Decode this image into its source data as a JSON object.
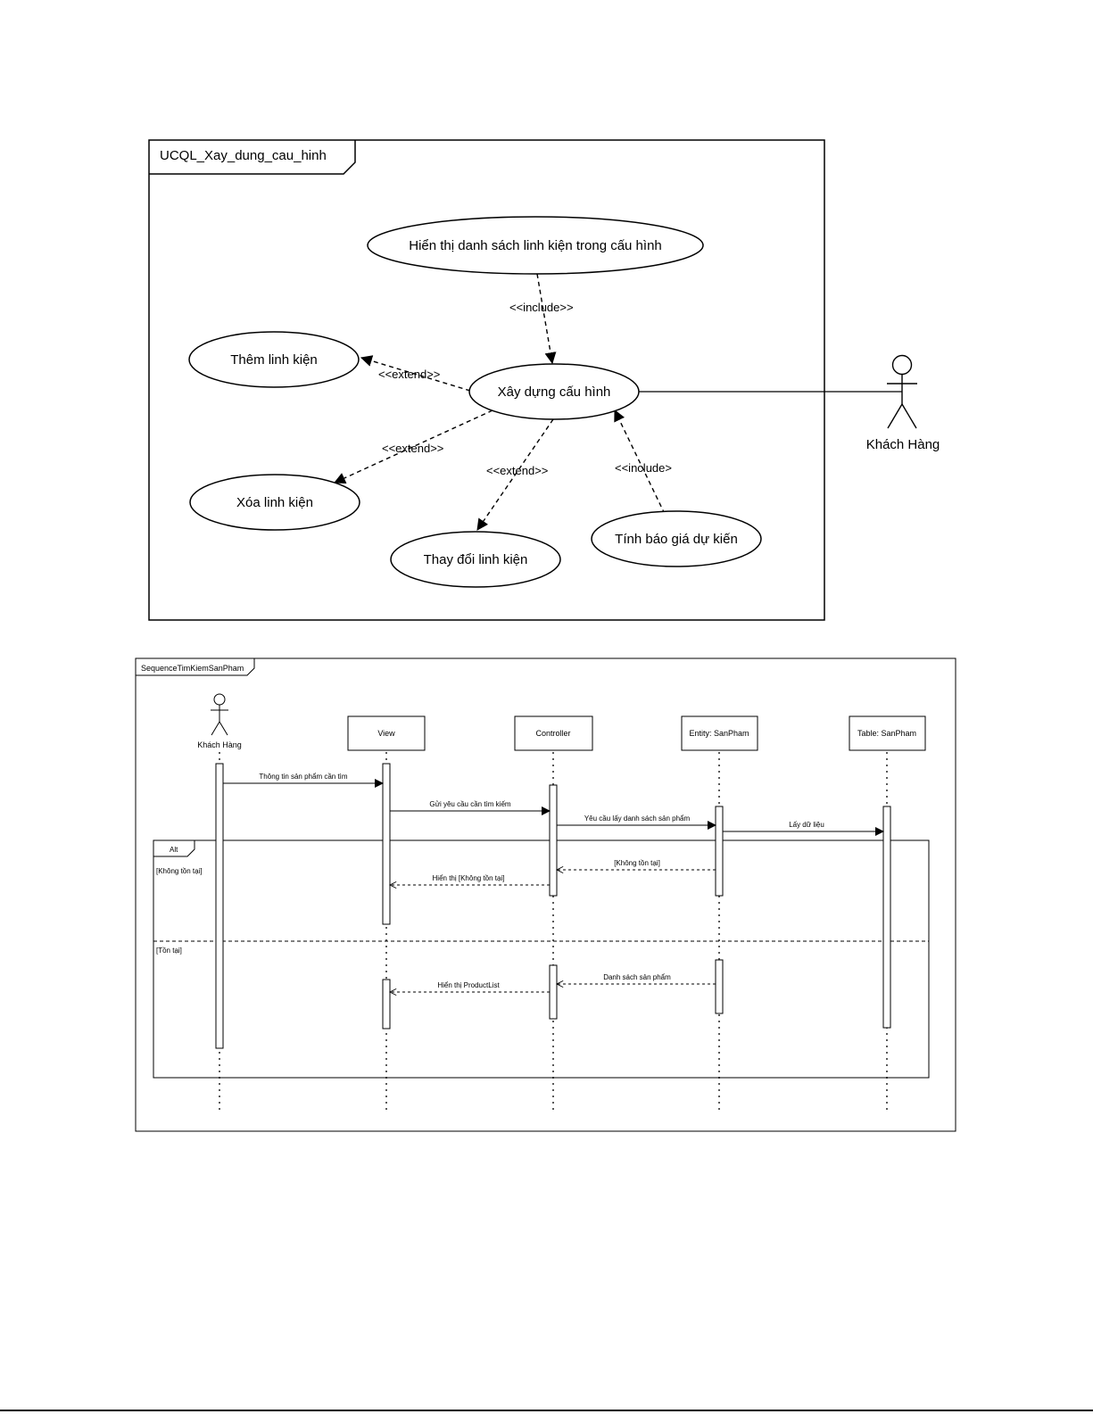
{
  "use_case_diagram": {
    "frame_title": "UCQL_Xay_dung_cau_hinh",
    "use_cases": {
      "display_list": "Hiển thị danh sách linh kiện trong cấu hình",
      "build_config": "Xây dựng cấu hình",
      "add_component": "Thêm linh kiện",
      "delete_component": "Xóa linh kiện",
      "change_component": "Thay đổi linh kiện",
      "estimate_price": "Tính báo giá dự kiến"
    },
    "relations": {
      "include_top": "<<include>>",
      "extend_add": "<<extend>>",
      "extend_delete": "<<extend>>",
      "extend_change": "<<extend>>",
      "include_price": "<<include>"
    },
    "actor": "Khách Hàng"
  },
  "sequence_diagram": {
    "frame_title": "SequenceTimKiemSanPham",
    "actor": "Khách Hàng",
    "lifelines": {
      "view": "View",
      "controller": "Controller",
      "entity": "Entity: SanPham",
      "table": "Table: SanPham"
    },
    "messages": {
      "m1": "Thông tin sản phẩm cần tìm",
      "m2": "Gửi yêu cầu cần tìm kiếm",
      "m3": "Yêu cầu lấy danh sách sản phẩm",
      "m4": "Lấy dữ liệu",
      "m5": "[Không tồn tại]",
      "m6": "Hiển thị [Không tồn tại]",
      "m7": "Danh sách sản phẩm",
      "m8": "Hiển thị ProductList"
    },
    "fragment": {
      "label": "Alt",
      "guard_1": "[Không tồn tại]",
      "guard_2": "[Tồn tại]"
    }
  }
}
